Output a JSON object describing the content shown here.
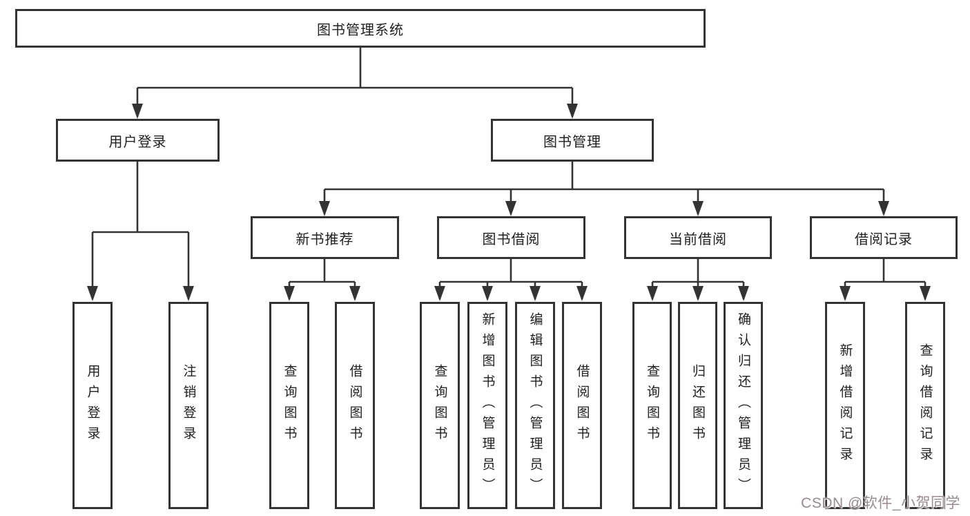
{
  "diagram": {
    "type": "hierarchy-tree",
    "watermark": "CSDN @软件_小贺同学",
    "colors": {
      "background": "#ffffff",
      "line": "#333333",
      "box_border": "#333333",
      "box_fill": "#ffffff",
      "text": "#1f1f1f",
      "watermark": "#9a8a8d"
    },
    "nodes": [
      {
        "id": "root",
        "label": "图书管理系统",
        "parent": null
      },
      {
        "id": "user-login",
        "label": "用户登录",
        "parent": "root"
      },
      {
        "id": "book-management",
        "label": "图书管理",
        "parent": "root"
      },
      {
        "id": "new-book-recommend",
        "label": "新书推荐",
        "parent": "book-management"
      },
      {
        "id": "book-borrow",
        "label": "图书借阅",
        "parent": "book-management"
      },
      {
        "id": "current-borrow",
        "label": "当前借阅",
        "parent": "book-management"
      },
      {
        "id": "borrow-records",
        "label": "借阅记录",
        "parent": "book-management"
      },
      {
        "id": "leaf-user-login",
        "label": "用户登录",
        "parent": "user-login"
      },
      {
        "id": "leaf-logout",
        "label": "注销登录",
        "parent": "user-login"
      },
      {
        "id": "leaf-query-book-1",
        "label": "查询图书",
        "parent": "new-book-recommend"
      },
      {
        "id": "leaf-borrow-book-1",
        "label": "借阅图书",
        "parent": "new-book-recommend"
      },
      {
        "id": "leaf-query-book-2",
        "label": "查询图书",
        "parent": "book-borrow"
      },
      {
        "id": "leaf-add-book-admin",
        "label": "新增图书（管理员）",
        "parent": "book-borrow"
      },
      {
        "id": "leaf-edit-book-admin",
        "label": "编辑图书（管理员）",
        "parent": "book-borrow"
      },
      {
        "id": "leaf-borrow-book-2",
        "label": "借阅图书",
        "parent": "book-borrow"
      },
      {
        "id": "leaf-query-book-3",
        "label": "查询图书",
        "parent": "current-borrow"
      },
      {
        "id": "leaf-return-book",
        "label": "归还图书",
        "parent": "current-borrow"
      },
      {
        "id": "leaf-confirm-return",
        "label": "确认归还（管理员）",
        "parent": "current-borrow"
      },
      {
        "id": "leaf-add-borrow-rec",
        "label": "新增借阅记录",
        "parent": "borrow-records"
      },
      {
        "id": "leaf-query-borrow-rec",
        "label": "查询借阅记录",
        "parent": "borrow-records"
      }
    ]
  }
}
